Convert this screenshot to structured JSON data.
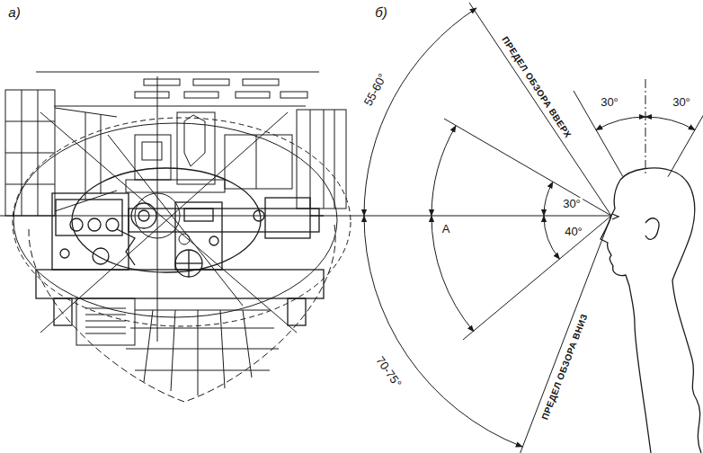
{
  "diagram": {
    "labels": [
      "а)",
      "б)",
      "55-60°",
      "ПРЕДЕЛ ОБЗОРА ВВЕРХ",
      "30°",
      "30°",
      "30°",
      "А",
      "40°",
      "70-75°",
      "ПРЕДЕЛ ОБЗОРА ВНИЗ"
    ]
  }
}
